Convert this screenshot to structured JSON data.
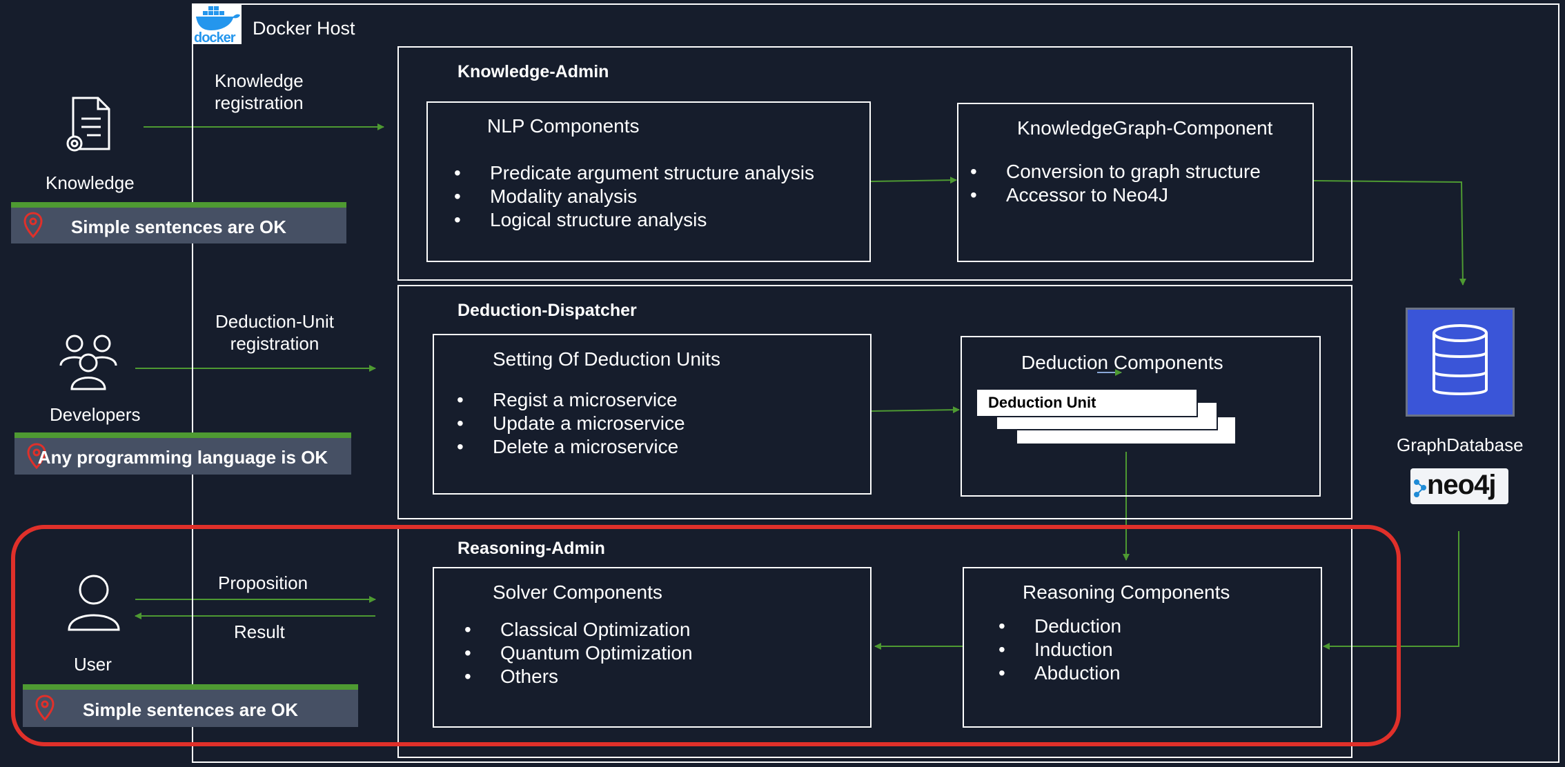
{
  "host": {
    "logo_text": "docker",
    "title": "Docker Host"
  },
  "actors": {
    "knowledge": {
      "label": "Knowledge",
      "arrow_label": "Knowledge\nregistration",
      "callout": "Simple sentences are OK"
    },
    "developers": {
      "label": "Developers",
      "arrow_label": "Deduction-Unit\nregistration",
      "callout": "Any programming language is OK"
    },
    "user": {
      "label": "User",
      "arrow_out": "Proposition",
      "arrow_in": "Result",
      "callout": "Simple sentences are OK"
    }
  },
  "knowledge_admin": {
    "title": "Knowledge-Admin",
    "nlp": {
      "title": "NLP Components",
      "items": [
        "Predicate argument structure analysis",
        "Modality analysis",
        "Logical structure analysis"
      ]
    },
    "kg": {
      "title": "KnowledgeGraph-Component",
      "items": [
        "Conversion to graph structure",
        "Accessor to Neo4J"
      ]
    }
  },
  "deduction_dispatcher": {
    "title": "Deduction-Dispatcher",
    "setting": {
      "title": "Setting Of Deduction Units",
      "items": [
        "Regist a microservice",
        "Update a microservice",
        "Delete a microservice"
      ]
    },
    "components": {
      "title": "Deduction Components",
      "unit_label": "Deduction Unit"
    }
  },
  "reasoning_admin": {
    "title": "Reasoning-Admin",
    "solver": {
      "title": "Solver Components",
      "items": [
        "Classical Optimization",
        "Quantum Optimization",
        "Others"
      ]
    },
    "reasoning": {
      "title": "Reasoning Components",
      "items": [
        "Deduction",
        "Induction",
        "Abduction"
      ]
    }
  },
  "graph_db": {
    "label": "GraphDatabase",
    "brand": "neo4j"
  },
  "colors": {
    "background": "#161d2c",
    "arrow": "#4e9a32",
    "highlight": "#e0302a",
    "db": "#3a55d8",
    "callout": "#465064"
  }
}
